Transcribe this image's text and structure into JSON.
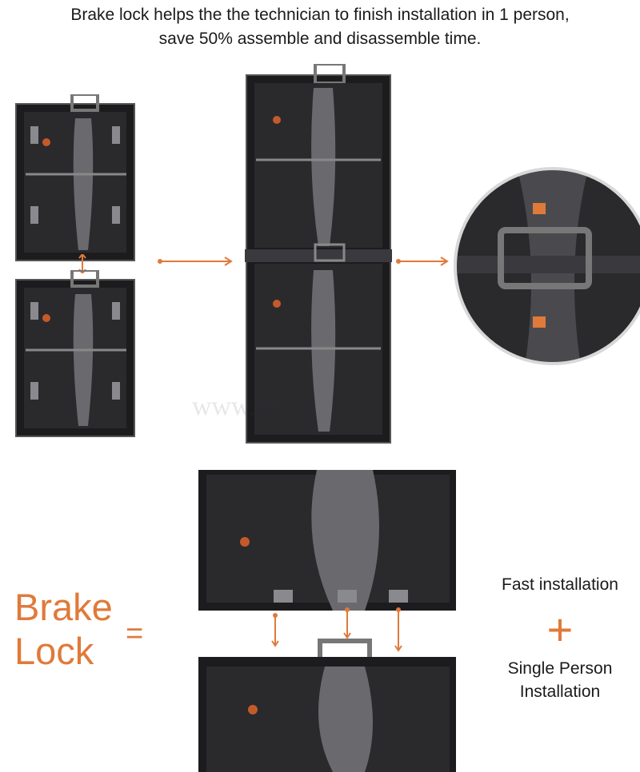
{
  "header": {
    "line1": "Brake lock helps the the technician to finish installation in 1 person,",
    "line2": "save 50% assemble and disassemble time."
  },
  "colors": {
    "accent": "#e07a3a",
    "cabinet_dark": "#1c1c1e",
    "cabinet_mid": "#3a3a3e",
    "text": "#1a1a1a"
  },
  "images": [
    "led-cabinet-top-photo",
    "led-cabinet-bottom-photo",
    "joined-cabinets-photo",
    "brake-lock-closeup-photo",
    "cabinet-pair-assembly-photo"
  ],
  "feature": {
    "title_line1": "Brake",
    "title_line2": "Lock",
    "equals": "=",
    "benefit1": "Fast installation",
    "plus": "+",
    "benefit2_line1": "Single Person",
    "benefit2_line2": "Installation"
  }
}
